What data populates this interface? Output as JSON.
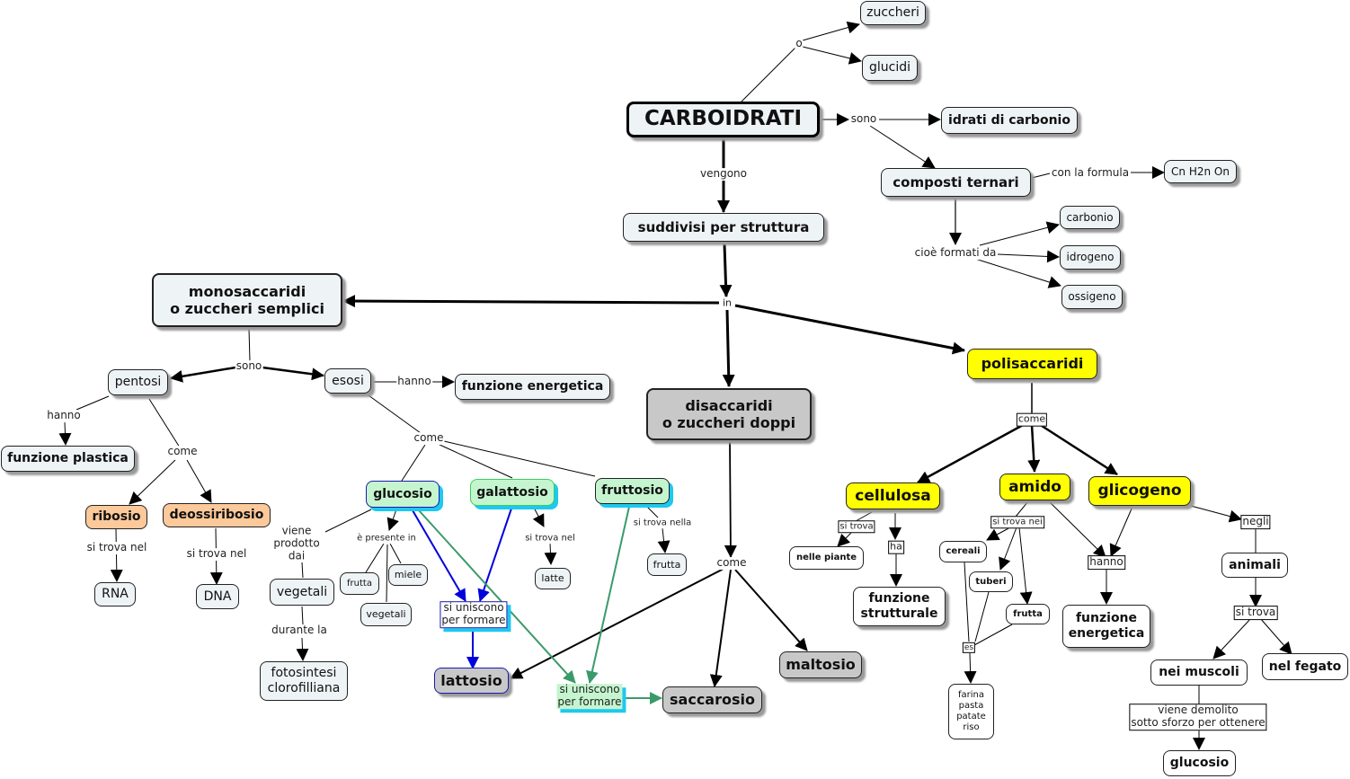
{
  "title": "CARBOIDRATI",
  "nodes": {
    "carboidrati": "CARBOIDRATI",
    "zuccheri": "zuccheri",
    "glucidi": "glucidi",
    "idrati": "idrati di carbonio",
    "composti": "composti ternari",
    "formula": "Cn H2n On",
    "carbonio": "carbonio",
    "idrogeno": "idrogeno",
    "ossigeno": "ossigeno",
    "suddivisi": "suddivisi per struttura",
    "mono": "monosaccaridi\no zuccheri semplici",
    "di": "disaccaridi\no zuccheri doppi",
    "poli": "polisaccaridi",
    "pentosi": "pentosi",
    "esosi": "esosi",
    "funz_energ1": "funzione energetica",
    "funz_plastica": "funzione plastica",
    "ribosio": "ribosio",
    "deossiribosio": "deossiribosio",
    "rna": "RNA",
    "dna": "DNA",
    "glucosio": "glucosio",
    "galattosio": "galattosio",
    "fruttosio": "fruttosio",
    "vegetali1": "vegetali",
    "fotosintesi": "fotosintesi\nclorofilliana",
    "frutta1": "frutta",
    "miele": "miele",
    "vegetali2": "vegetali",
    "latte": "latte",
    "frutta2": "frutta",
    "lattosio": "lattosio",
    "saccarosio": "saccarosio",
    "maltosio": "maltosio",
    "cellulosa": "cellulosa",
    "amido": "amido",
    "glicogeno": "glicogeno",
    "nelle_piante": "nelle piante",
    "funz_strutt": "funzione\nstrutturale",
    "cereali": "cereali",
    "tuberi": "tuberi",
    "frutta3": "frutta",
    "farina": "farina\npasta\npatate\nriso",
    "funz_energ2": "funzione\nenergetica",
    "animali": "animali",
    "muscoli": "nei muscoli",
    "fegato": "nel fegato",
    "glucosio2": "glucosio"
  },
  "links": {
    "o": "o",
    "sono1": "sono",
    "con_formula": "con la formula",
    "cioe": "cioè formati da",
    "vengono": "vengono",
    "in": "in",
    "sono2": "sono",
    "hanno1": "hanno",
    "hanno2": "hanno",
    "come1": "come",
    "si_trova_nel1": "si trova nel",
    "si_trova_nel2": "si trova nel",
    "come2": "come",
    "viene_prodotto": "viene\nprodotto\ndai",
    "durante": "durante la",
    "presente": "è presente in",
    "si_trova_nel3": "si trova nel",
    "si_trova_nella": "si trova nella",
    "uniscono1": "si uniscono\nper formare",
    "uniscono2": "si uniscono\nper formare",
    "come3": "come",
    "come4": "come",
    "si_trova1": "si trova",
    "ha": "ha",
    "si_trova_nei": "si trova nei",
    "es": "es",
    "hanno3": "hanno",
    "negli": "negli",
    "si_trova2": "si trova",
    "demolito": "viene demolito\nsotto sforzo per ottenere"
  },
  "colors": {
    "node_default": "#eef3f5",
    "polisaccaridi": "#ffff00",
    "disaccaridi": "#c8c8c8",
    "pentosi_children": "#fbc99a",
    "esosi_children": "#c5f5cf",
    "lactose_path": "#0000dd",
    "sucrose_path": "#3a9a6a",
    "highlight_shadow": "#1ec8f0"
  }
}
